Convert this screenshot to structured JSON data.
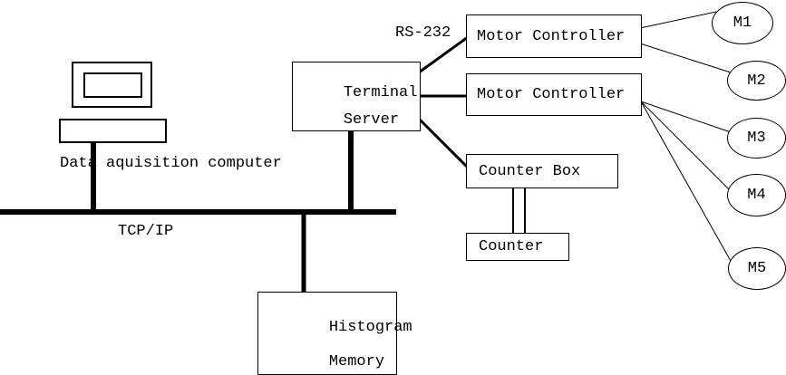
{
  "diagram": {
    "computer_caption": "Data aquisition computer",
    "bus_label": "TCP/IP",
    "serial_label": "RS-232",
    "nodes": {
      "terminal_server": {
        "line1": "Terminal",
        "line2": "Server"
      },
      "motor_controller_1": "Motor Controller",
      "motor_controller_2": "Motor Controller",
      "counter_box": "Counter Box",
      "counter": "Counter",
      "histogram_memory": {
        "line1": "Histogram",
        "line2": "Memory"
      }
    },
    "motors": [
      "M1",
      "M2",
      "M3",
      "M4",
      "M5"
    ]
  },
  "colors": {
    "line": "#000000",
    "background": "#ffffff",
    "text": "#000000"
  }
}
